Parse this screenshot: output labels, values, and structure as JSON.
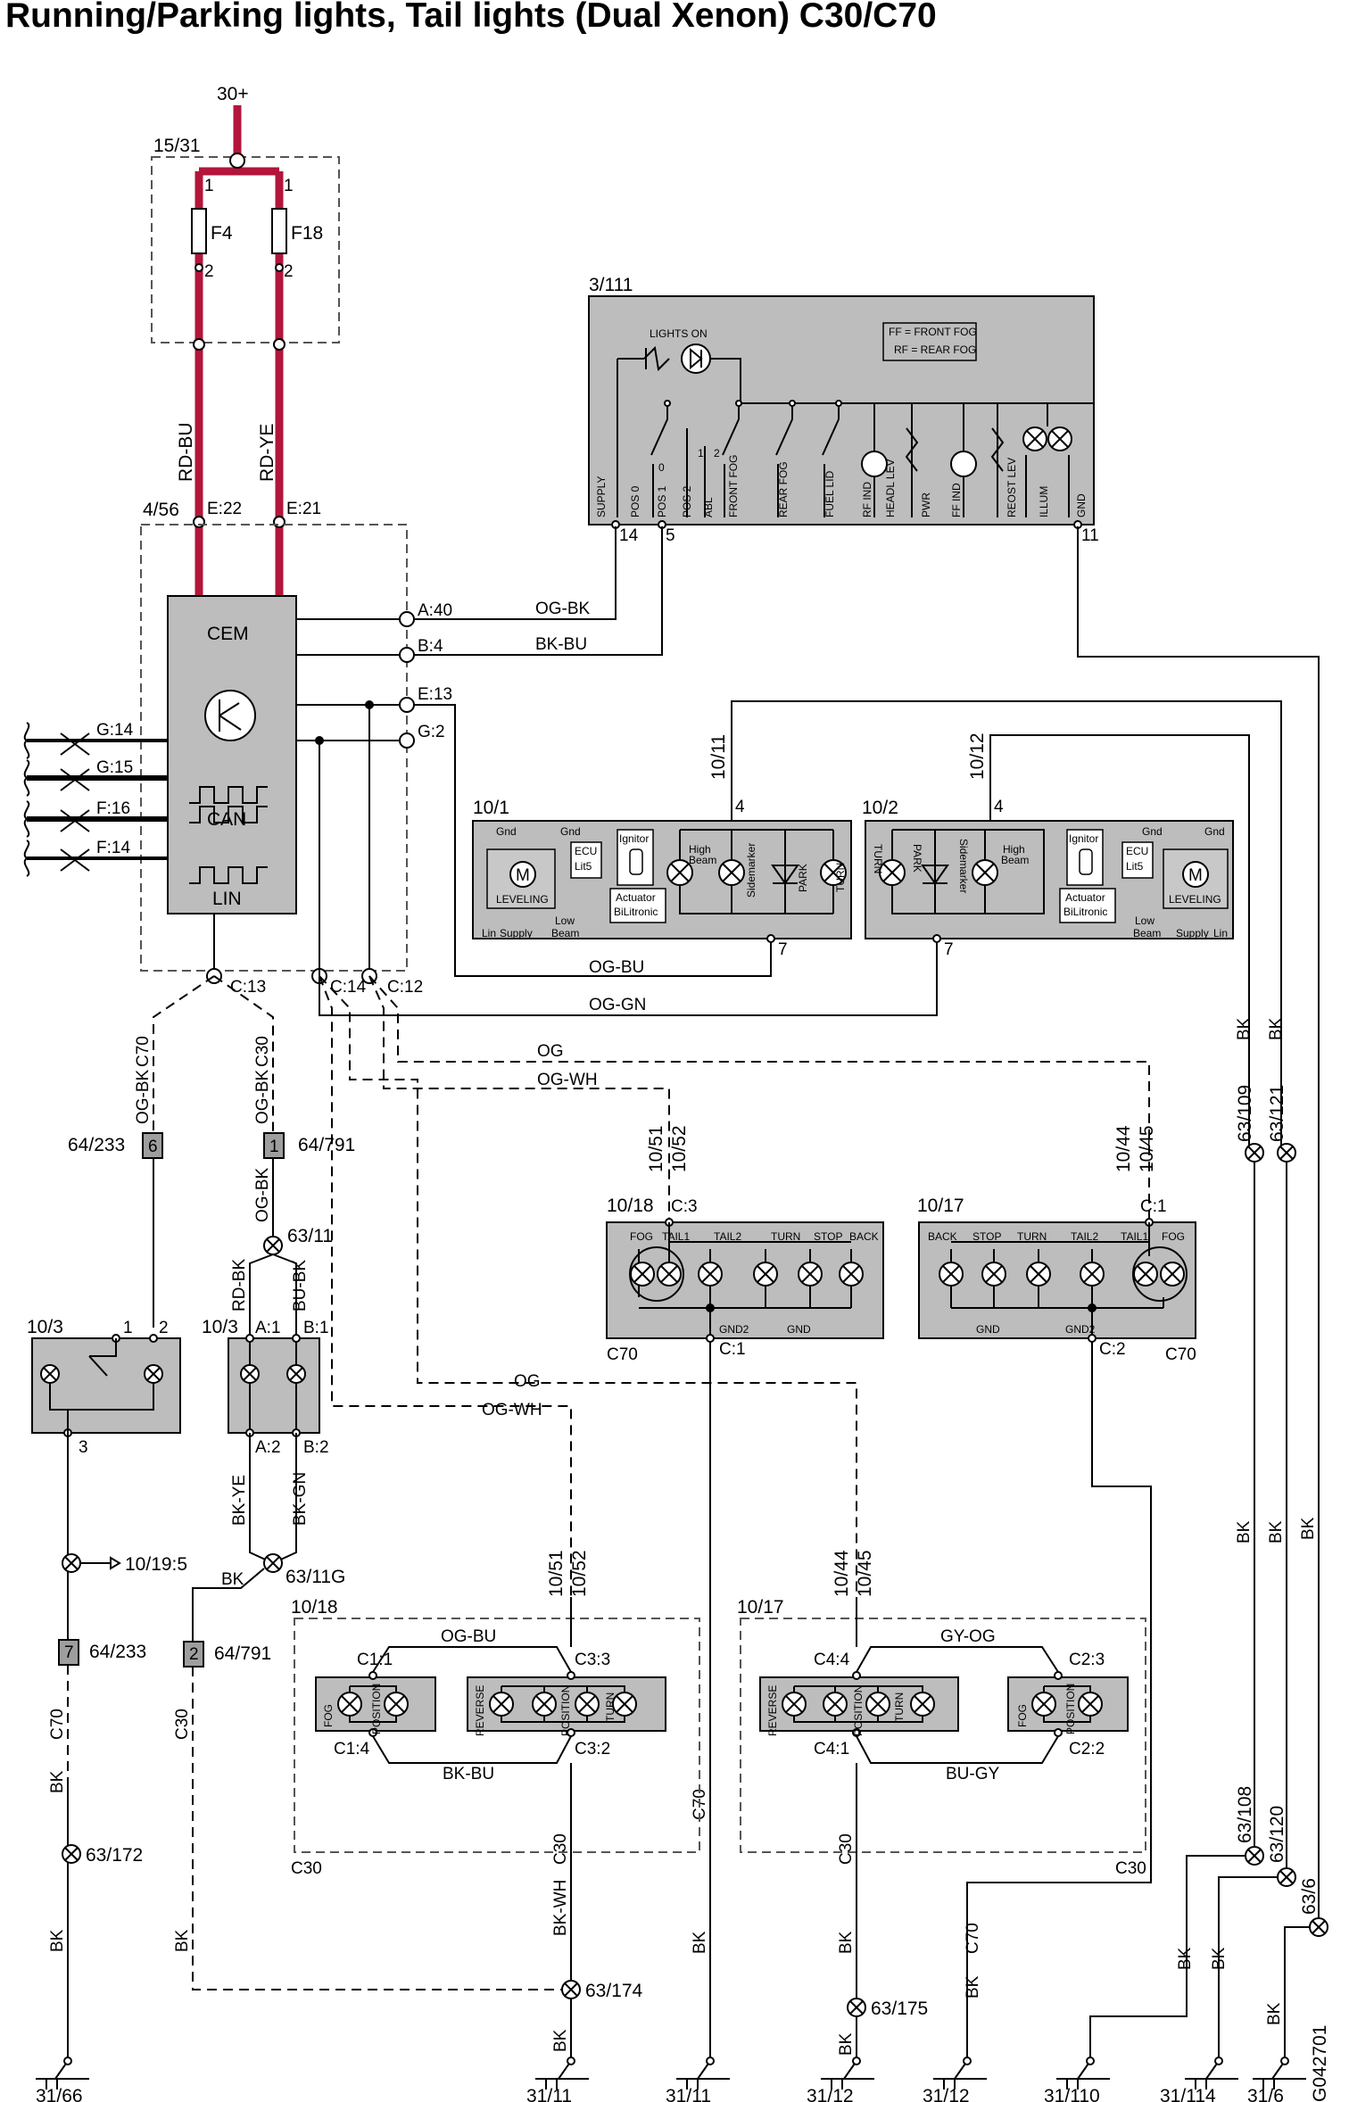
{
  "title": "Running/Parking lights, Tail lights (Dual Xenon) C30/C70",
  "supply": {
    "label": "30+",
    "fusebox": "15/31",
    "fuses": [
      "F4",
      "F18"
    ],
    "pin_top": "1",
    "pin_bottom": "2"
  },
  "cem": {
    "box": "4/56",
    "label": "CEM",
    "can": "CAN",
    "lin": "LIN",
    "in_pins": [
      "E:22",
      "E:21"
    ],
    "wires_in": [
      "RD-BU",
      "RD-YE"
    ],
    "pins": [
      "A:40",
      "B:4",
      "E:13",
      "G:2"
    ],
    "left_pins": [
      "G:14",
      "G:15",
      "F:16",
      "F:14"
    ],
    "bottom_pins": [
      "C:13",
      "C:14",
      "C:12"
    ]
  },
  "switch_module": {
    "id": "3/111",
    "lights_on": "LIGHTS ON",
    "ff": "FF = FRONT FOG",
    "rf": "RF = REAR FOG",
    "labels": [
      "SUPPLY",
      "POS 0",
      "POS 1",
      "POS 2",
      "ABL",
      "FRONT FOG",
      "REAR FOG",
      "FUEL LID",
      "RF IND",
      "HEADL LEV",
      "PWR",
      "FF IND",
      "REOST LEV",
      "ILLUM",
      "GND"
    ],
    "pin_a": "14",
    "pin_b": "5",
    "pin_gnd": "11",
    "pos_nums": [
      "0",
      "1",
      "2"
    ]
  },
  "wires": {
    "og_bk": "OG-BK",
    "bk_bu": "BK-BU",
    "og_bu": "OG-BU",
    "og_gn": "OG-GN",
    "og": "OG",
    "og_wh": "OG-WH",
    "bk": "BK",
    "rd_bk": "RD-BK",
    "bu_bk": "BU-BK",
    "bk_ye": "BK-YE",
    "bk_gn": "BK-GN",
    "bk_wh": "BK-WH",
    "gy_og": "GY-OG",
    "bu_gy": "BU-GY"
  },
  "headlamps": {
    "left": {
      "id": "10/1",
      "feed": "10/11",
      "pin_in": "4",
      "pin_out": "7"
    },
    "right": {
      "id": "10/2",
      "feed": "10/12",
      "pin_in": "4",
      "pin_out": "7"
    },
    "labels": {
      "gnd": "Gnd",
      "ecu": "ECU",
      "lit5": "Lit5",
      "ignitor": "Ignitor",
      "high": "High",
      "beam": "Beam",
      "sidemarker": "Sidemarker",
      "park": "PARK",
      "turn": "TURN",
      "leveling": "LEVELING",
      "lin": "Lin",
      "supply": "Supply",
      "low": "Low",
      "actuator": "Actuator",
      "bilitronic": "BiLitronic"
    }
  },
  "tail_c70": {
    "left": {
      "id": "10/18",
      "feed": [
        "10/51",
        "10/52"
      ],
      "pin_in": "C:3",
      "pin_gnd": "C:1",
      "model": "C70",
      "lamps": [
        "FOG",
        "TAIL1",
        "TAIL2",
        "TURN",
        "STOP",
        "BACK"
      ],
      "gnd": [
        "GND2",
        "GND"
      ]
    },
    "right": {
      "id": "10/17",
      "feed": [
        "10/44",
        "10/45"
      ],
      "pin_in": "C:1",
      "pin_gnd": "C:2",
      "model": "C70",
      "lamps": [
        "BACK",
        "STOP",
        "TURN",
        "TAIL2",
        "TAIL1",
        "FOG"
      ],
      "gnd": [
        "GND",
        "GND2"
      ]
    }
  },
  "tail_c30": {
    "left": {
      "id": "10/18",
      "feed": [
        "10/51",
        "10/52"
      ],
      "pins": [
        "C1:1",
        "C3:3",
        "C1:4",
        "C3:2"
      ],
      "model": "C30",
      "lamps": [
        "FOG",
        "POSITION",
        "REVERSE",
        "POSITION",
        "TURN"
      ]
    },
    "right": {
      "id": "10/17",
      "feed": [
        "10/44",
        "10/45"
      ],
      "pins": [
        "C4:4",
        "C2:3",
        "C4:1",
        "C2:2"
      ],
      "model": "C30",
      "lamps": [
        "REVERSE",
        "POSITION",
        "TURN",
        "FOG",
        "POSITION"
      ]
    }
  },
  "license": {
    "c70": {
      "id": "10/3",
      "pins": [
        "1",
        "2",
        "3"
      ],
      "conn_top": "64/233",
      "conn_top_pin": "6",
      "conn_bot": "64/233",
      "conn_bot_pin": "7",
      "model": "C70"
    },
    "c30": {
      "id": "10/3",
      "pins": [
        "A:1",
        "B:1",
        "A:2",
        "B:2"
      ],
      "conn_top": "64/791",
      "conn_top_pin": "1",
      "conn_bot": "64/791",
      "conn_bot_pin": "2",
      "model": "C30"
    }
  },
  "splices": [
    "63/11",
    "63/11G",
    "63/172",
    "63/174",
    "63/175",
    "63/109",
    "63/121",
    "63/108",
    "63/120",
    "63/6",
    "10/19:5"
  ],
  "grounds": [
    "31/66",
    "31/11",
    "31/11",
    "31/12",
    "31/12",
    "31/110",
    "31/114",
    "31/6"
  ],
  "doc_id": "G042701"
}
